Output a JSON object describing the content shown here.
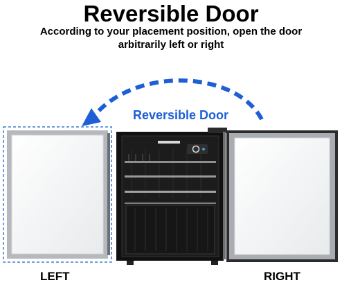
{
  "heading": {
    "title": "Reversible Door",
    "subtitle_line1": "According to your placement position, open the door",
    "subtitle_line2": "arbitrarily left or right"
  },
  "diagram": {
    "arrow_label": "Reversible Door",
    "left_label": "LEFT",
    "right_label": "RIGHT",
    "icons": [
      "curved-dashed-arrow-icon"
    ]
  },
  "colors": {
    "arrow_blue": "#1e5fd6",
    "cabinet_black": "#111111",
    "door_frame": "#9aa0a6",
    "glass": "#f3f4f5"
  }
}
